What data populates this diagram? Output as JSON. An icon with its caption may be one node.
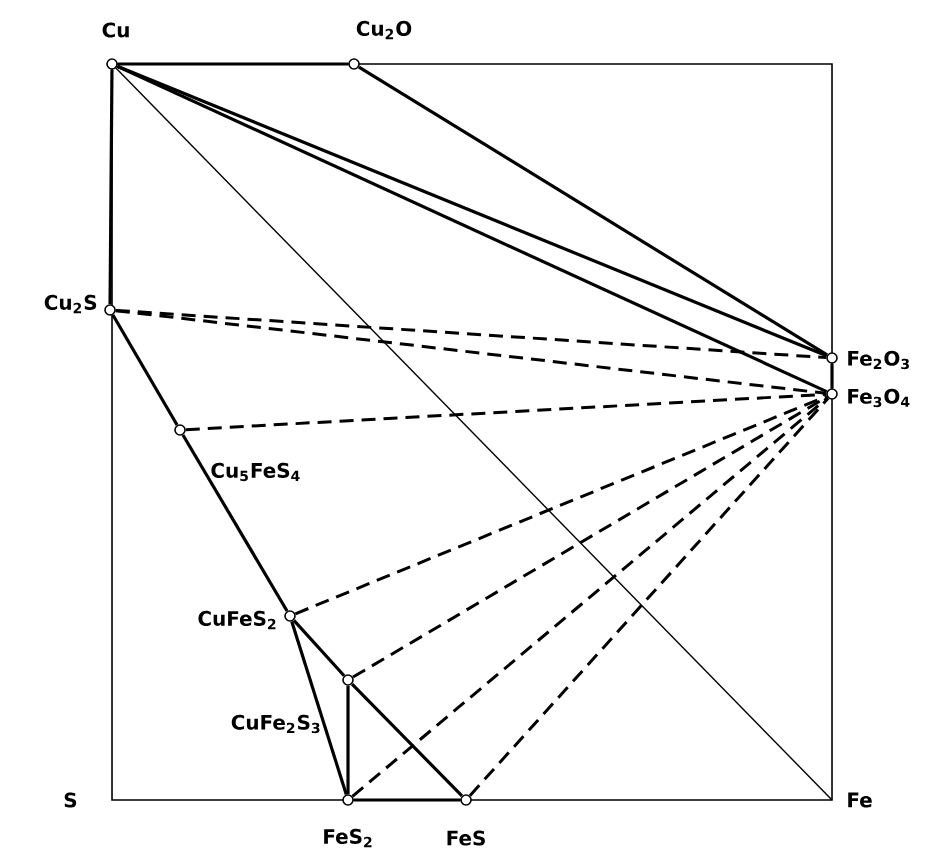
{
  "diagram": {
    "nodes": [
      {
        "text": [],
        "shape": "circle",
        "beside": [
          "Cu"
        ]
      },
      {
        "text": [],
        "shape": "circle",
        "beside": [
          "Cu$_{2}$O"
        ]
      },
      {
        "text": [],
        "shape": "circle",
        "beside": [
          "Cu$_{2}$S"
        ]
      },
      {
        "text": [],
        "shape": "circle",
        "beside": [
          "Cu$_{5}$FeS$_{4}$"
        ]
      },
      {
        "text": [],
        "shape": "circle",
        "beside": [
          "CuFeS$_{2}$"
        ]
      },
      {
        "text": [],
        "shape": "circle",
        "beside": [
          "CuFe$_{2}$S$_{3}$"
        ]
      },
      {
        "text": [],
        "shape": "circle",
        "beside": [
          "FeS$_{2}$"
        ]
      },
      {
        "text": [],
        "shape": "circle",
        "beside": [
          "FeS"
        ]
      },
      {
        "text": [],
        "shape": "circle",
        "beside": [
          "Fe$_{2}$O$_{3}$"
        ]
      },
      {
        "text": [],
        "shape": "circle",
        "beside": [
          "Fe$_{3}$O$_{4}$"
        ]
      }
    ],
    "edges": [
      {
        "from": 0,
        "to": 1,
        "arrow": "none"
      },
      {
        "from": 0,
        "to": 2,
        "arrow": "none"
      },
      {
        "from": 0,
        "to": 8,
        "arrow": "none"
      },
      {
        "from": 0,
        "to": 9,
        "arrow": "none"
      },
      {
        "from": 1,
        "to": 8,
        "arrow": "none"
      },
      {
        "from": 8,
        "to": 9,
        "arrow": "none"
      },
      {
        "from": 2,
        "to": 3,
        "arrow": "none"
      },
      {
        "from": 3,
        "to": 4,
        "arrow": "none"
      },
      {
        "from": 4,
        "to": 6,
        "arrow": "none"
      },
      {
        "from": 4,
        "to": 5,
        "arrow": "none"
      },
      {
        "from": 5,
        "to": 7,
        "arrow": "none"
      },
      {
        "from": 5,
        "to": 6,
        "arrow": "none"
      },
      {
        "from": 6,
        "to": 7,
        "arrow": "none"
      },
      {
        "from": 2,
        "to": 8,
        "arrow": "none",
        "style": "dashed"
      },
      {
        "from": 2,
        "to": 9,
        "arrow": "none",
        "style": "dashed"
      },
      {
        "from": 3,
        "to": 9,
        "arrow": "none",
        "style": "dashed"
      },
      {
        "from": 4,
        "to": 9,
        "arrow": "none",
        "style": "dashed"
      },
      {
        "from": 5,
        "to": 9,
        "arrow": "none",
        "style": "dashed"
      },
      {
        "from": 6,
        "to": 9,
        "arrow": "none",
        "style": "dashed"
      },
      {
        "from": 7,
        "to": 9,
        "arrow": "none",
        "style": "dashed"
      }
    ],
    "labels": [
      "S",
      "Fe"
    ]
  }
}
